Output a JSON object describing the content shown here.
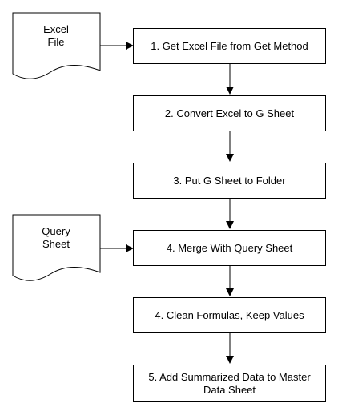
{
  "documents": [
    {
      "id": "excel_file",
      "label": "Excel\nFile"
    },
    {
      "id": "query_sheet",
      "label": "Query\nSheet"
    }
  ],
  "steps": [
    {
      "id": "step1",
      "label": "1. Get Excel File from Get Method"
    },
    {
      "id": "step2",
      "label": "2. Convert Excel to G Sheet"
    },
    {
      "id": "step3",
      "label": "3. Put G Sheet to Folder"
    },
    {
      "id": "step4",
      "label": "4. Merge With Query Sheet"
    },
    {
      "id": "step5",
      "label": "4. Clean Formulas, Keep Values"
    },
    {
      "id": "step6",
      "label": "5. Add Summarized Data to Master Data Sheet"
    }
  ],
  "colors": {
    "stroke": "#000000",
    "fill": "#ffffff",
    "text": "#000000"
  }
}
